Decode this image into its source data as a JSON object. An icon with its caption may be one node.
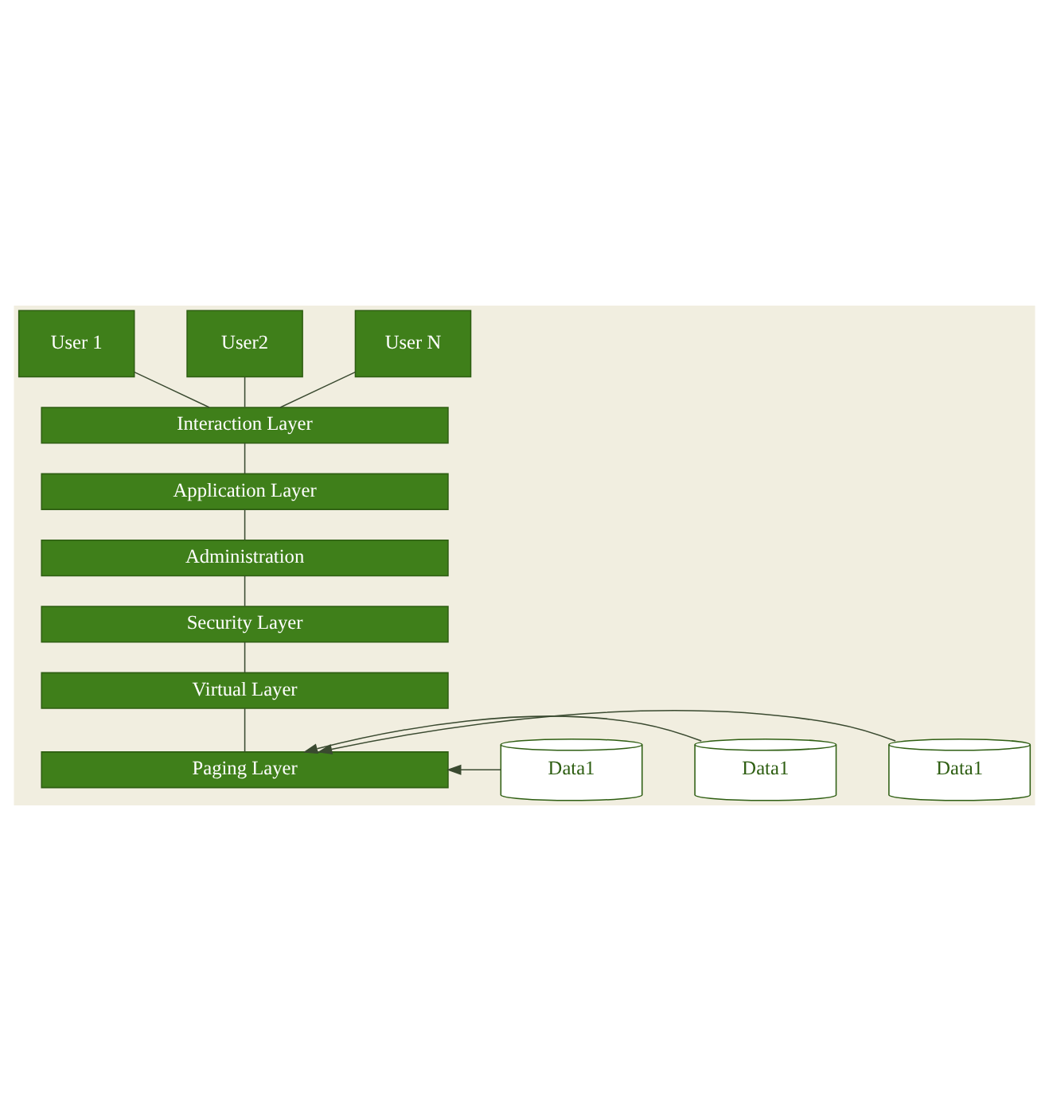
{
  "diagram": {
    "nodes": [
      {
        "text": [
          "User 1"
        ]
      },
      {
        "text": [
          "User2"
        ]
      },
      {
        "text": [
          "User N"
        ]
      },
      {
        "text": [
          "Interaction Layer"
        ]
      },
      {
        "text": [
          "Application Layer"
        ]
      },
      {
        "text": [
          "Administration"
        ]
      },
      {
        "text": [
          "Security Layer"
        ]
      },
      {
        "text": [
          "Virtual Layer"
        ]
      },
      {
        "text": [
          "Paging Layer"
        ]
      },
      {
        "text": [
          "Data1"
        ]
      },
      {
        "text": [
          "Data1"
        ]
      },
      {
        "text": [
          "Data1"
        ]
      }
    ],
    "edges": [
      {
        "from": 0,
        "to": 3,
        "arrow": "none"
      },
      {
        "from": 1,
        "to": 3,
        "arrow": "none"
      },
      {
        "from": 2,
        "to": 3,
        "arrow": "none"
      },
      {
        "from": 3,
        "to": 4,
        "arrow": "none"
      },
      {
        "from": 4,
        "to": 5,
        "arrow": "none"
      },
      {
        "from": 5,
        "to": 6,
        "arrow": "none"
      },
      {
        "from": 6,
        "to": 7,
        "arrow": "none"
      },
      {
        "from": 7,
        "to": 8,
        "arrow": "none"
      },
      {
        "from": 9,
        "to": 8,
        "arrow": "to"
      },
      {
        "from": 10,
        "to": 8,
        "arrow": "to"
      },
      {
        "from": 11,
        "to": 8,
        "arrow": "to"
      }
    ]
  }
}
